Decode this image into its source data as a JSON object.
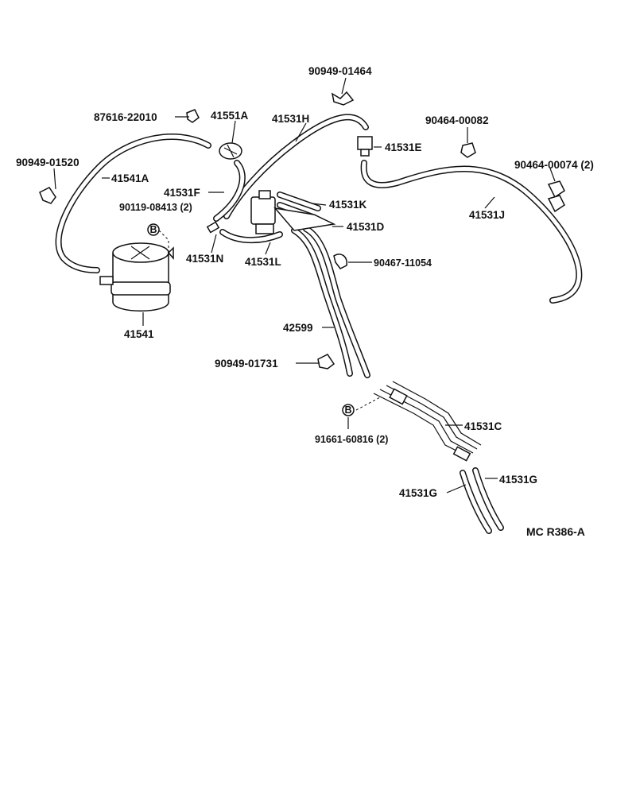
{
  "labels": {
    "p90949_01464": "90949-01464",
    "p87616_22010": "87616-22010",
    "p41551A": "41551A",
    "p41531H": "41531H",
    "p90464_00082": "90464-00082",
    "p41531E": "41531E",
    "p90949_01520": "90949-01520",
    "p41541A": "41541A",
    "p90464_00074": "90464-00074 (2)",
    "p41531F": "41531F",
    "p41531K": "41531K",
    "p90119_08413": "90119-08413 (2)",
    "p41531J": "41531J",
    "p41531D": "41531D",
    "p41531N": "41531N",
    "p41531L": "41531L",
    "p90467_11054": "90467-11054",
    "p41541": "41541",
    "p42599": "42599",
    "p90949_01731": "90949-01731",
    "p41531C": "41531C",
    "p91661_60816": "91661-60816 (2)",
    "p41531G_right": "41531G",
    "p41531G_left": "41531G",
    "ref": "MC  R386-A"
  },
  "markers": {
    "b_top": "B",
    "b_bottom": "B"
  }
}
